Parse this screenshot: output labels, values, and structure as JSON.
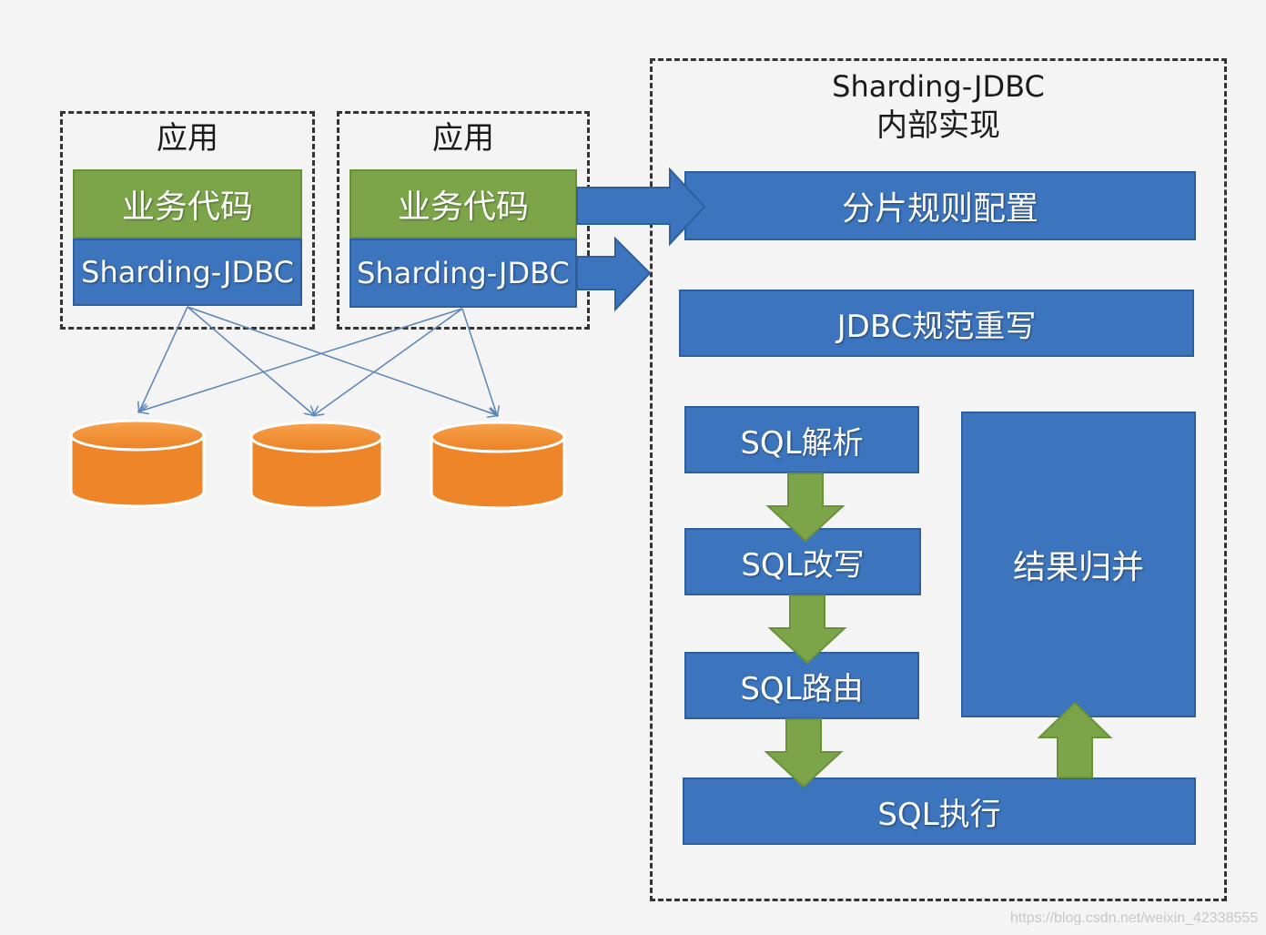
{
  "left_apps": [
    {
      "title": "应用",
      "business_label": "业务代码",
      "jdbc_label": "Sharding-JDBC"
    },
    {
      "title": "应用",
      "business_label": "业务代码",
      "jdbc_label": "Sharding-JDBC"
    }
  ],
  "databases_count_label": "",
  "right_panel": {
    "title_line1": "Sharding-JDBC",
    "title_line2": "内部实现",
    "shard_rules": "分片规则配置",
    "jdbc_rewrite": "JDBC规范重写",
    "sql_parse": "SQL解析",
    "sql_rewrite": "SQL改写",
    "sql_route": "SQL路由",
    "sql_execute": "SQL执行",
    "result_merge": "结果归并"
  },
  "colors": {
    "blue": "#3c74bd",
    "green": "#7ca54a",
    "orange": "#f08a2c",
    "background": "#f4f4f4"
  },
  "watermark": "https://blog.csdn.net/weixin_42338555"
}
